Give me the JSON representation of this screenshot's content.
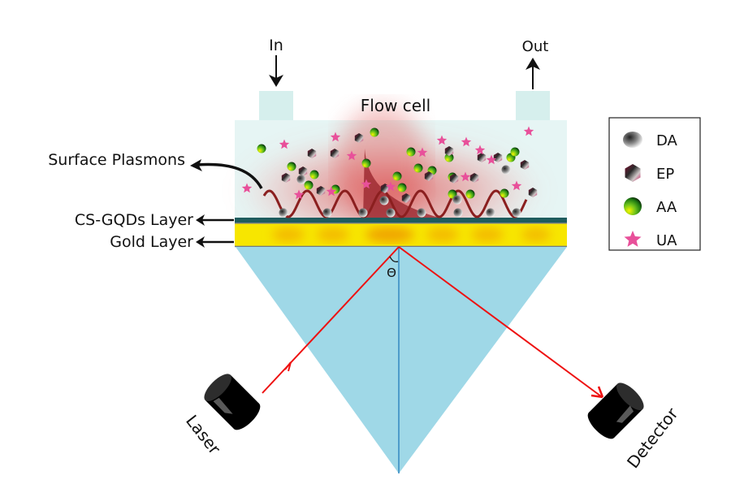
{
  "labels": {
    "inlet": "In",
    "outlet": "Out",
    "flow_cell": "Flow cell",
    "surface_plasmons": "Surface Plasmons",
    "cs_gqds_layer": "CS-GQDs Layer",
    "gold_layer": "Gold Layer",
    "theta": "Θ",
    "laser": "Laser",
    "detector": "Detector"
  },
  "legend": [
    {
      "key": "DA",
      "label": "DA",
      "shape": "sphere",
      "colors": [
        "#ffffff",
        "#333333"
      ]
    },
    {
      "key": "EP",
      "label": "EP",
      "shape": "hexagon",
      "colors": [
        "#c2185b",
        "#333333"
      ]
    },
    {
      "key": "AA",
      "label": "AA",
      "shape": "sphere",
      "colors": [
        "#f5f500",
        "#2e9e1b"
      ]
    },
    {
      "key": "UA",
      "label": "UA",
      "shape": "star",
      "colors": [
        "#e8509a"
      ]
    }
  ],
  "colors": {
    "flow_cell": "#e6f5f4",
    "port": "#d6efed",
    "cs_gqds": "#1f5c5e",
    "gold": "#f7e600",
    "gold_hot": "#f2b400",
    "prism": "#9fd8e7",
    "laser_beam": "#ee1111",
    "plasmon_wave": "#8b1f1f",
    "glow": "#e04a4a"
  }
}
